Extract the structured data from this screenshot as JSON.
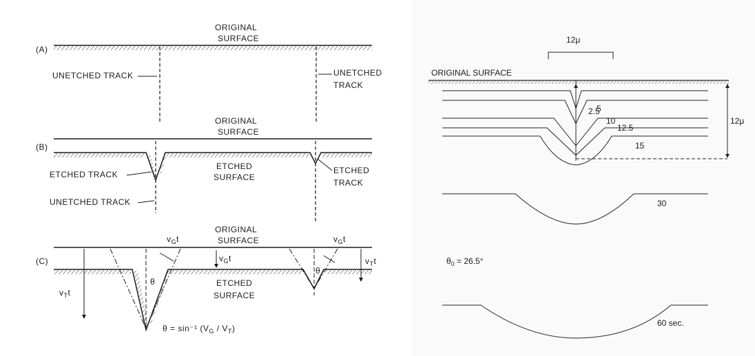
{
  "left": {
    "panels": [
      {
        "id": "A",
        "label": "(A)",
        "original_surface": [
          "ORIGINAL",
          "SURFACE"
        ],
        "unetched_track_left": "UNETCHED TRACK",
        "unetched_track_right": [
          "UNETCHED",
          "TRACK"
        ]
      },
      {
        "id": "B",
        "label": "(B)",
        "original_surface": [
          "ORIGINAL",
          "SURFACE"
        ],
        "etched_track_left": "ETCHED TRACK",
        "etched_surface": [
          "ETCHED",
          "SURFACE"
        ],
        "etched_track_right": [
          "ETCHED",
          "TRACK"
        ],
        "unetched_track": "UNETCHED TRACK"
      },
      {
        "id": "C",
        "label": "(C)",
        "original_surface": [
          "ORIGINAL",
          "SURFACE"
        ],
        "etched_surface": [
          "ETCHED",
          "SURFACE"
        ],
        "vg_t": "v",
        "vg_sub": "G",
        "vt_sub": "T",
        "t": "t",
        "theta": "θ",
        "formula": "θ = sin⁻¹ (V",
        "formula_mid": " / V",
        "formula_end": ")"
      }
    ]
  },
  "right": {
    "scale_label": "12μ",
    "original_surface": "ORIGINAL SURFACE",
    "depth_label": "12μ",
    "times": [
      "2.5",
      "5",
      "10",
      "12.5",
      "15"
    ],
    "time_30": "30",
    "time_60": "60 sec.",
    "theta0": "θ",
    "theta0_sub": "0",
    "theta0_value": " = 26.5°"
  }
}
